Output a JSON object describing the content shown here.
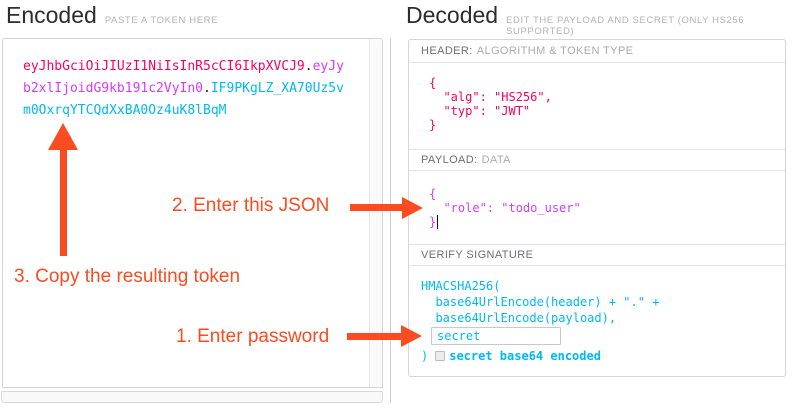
{
  "colors": {
    "token_header": "#fb015b",
    "token_payload": "#d63aff",
    "token_signature": "#00b9f1",
    "annotation": "#fa4b21"
  },
  "encoded_panel": {
    "title": "Encoded",
    "subtitle": "PASTE A TOKEN HERE",
    "token": {
      "header_segment": "eyJhbGciOiJIUzI1NiIsInR5cCI6IkpXVCJ9",
      "dot1": ".",
      "payload_segment": "eyJyb2xlIjoidG9kb191c2VyIn0",
      "dot2": ".",
      "signature_segment": "IF9PKgLZ_XA70Uz5vm0OxrqYTCQdXxBA0Oz4uK8lBqM"
    }
  },
  "decoded_panel": {
    "title": "Decoded",
    "subtitle": "EDIT THE PAYLOAD AND SECRET (ONLY HS256 SUPPORTED)",
    "header_section": {
      "label": "HEADER:",
      "sublabel": "ALGORITHM & TOKEN TYPE",
      "json_lines": [
        "{",
        "  \"alg\": \"HS256\",",
        "  \"typ\": \"JWT\"",
        "}"
      ]
    },
    "payload_section": {
      "label": "PAYLOAD:",
      "sublabel": "DATA",
      "json_lines": [
        "{",
        "  \"role\": \"todo_user\"",
        "}"
      ]
    },
    "signature_section": {
      "label": "VERIFY SIGNATURE",
      "code_lines": [
        "HMACSHA256(",
        "  base64UrlEncode(header) + \".\" +",
        "  base64UrlEncode(payload),"
      ],
      "secret_value": "secret",
      "closing_paren": ")",
      "checkbox_label": "secret base64 encoded"
    }
  },
  "annotations": {
    "step1_label": "1. Enter password",
    "step2_label": "2. Enter this JSON",
    "step3_label": "3. Copy the resulting token"
  }
}
